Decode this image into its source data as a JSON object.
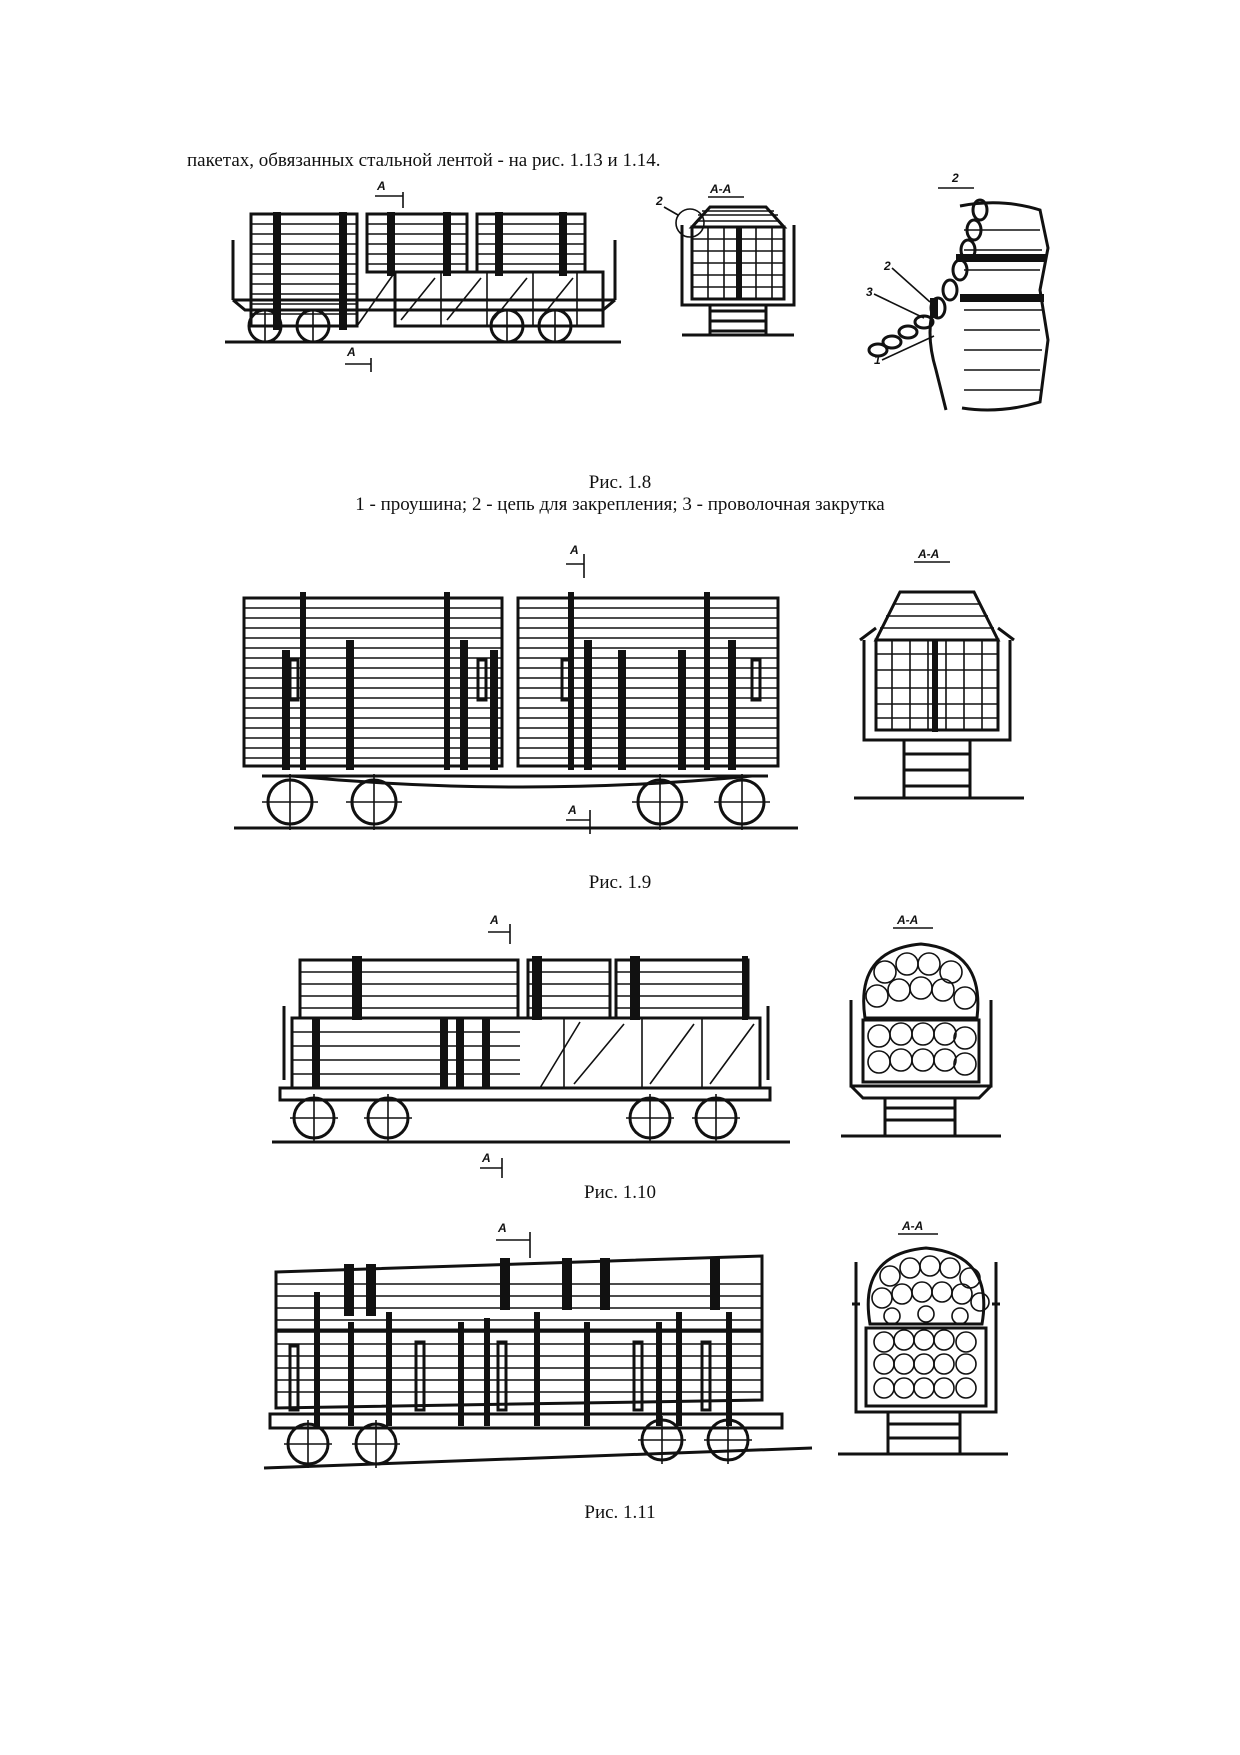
{
  "page": {
    "lead_text": "пакетах, обвязанных стальной лентой - на рис. 1.13 и 1.14."
  },
  "figures": [
    {
      "id": "fig-1-8",
      "caption": "Рис. 1.8",
      "legend": "1 - проушина; 2 - цепь для закрепления; 3 - проволочная закрутка",
      "section_marker": "А",
      "section_label": "А-А",
      "callouts": [
        "1",
        "2",
        "3"
      ]
    },
    {
      "id": "fig-1-9",
      "caption": "Рис. 1.9",
      "section_marker": "А",
      "section_label": "А-А"
    },
    {
      "id": "fig-1-10",
      "caption": "Рис. 1.10",
      "section_marker": "А",
      "section_label": "А-А"
    },
    {
      "id": "fig-1-11",
      "caption": "Рис. 1.11",
      "section_marker": "А",
      "section_label": "А-А"
    }
  ]
}
